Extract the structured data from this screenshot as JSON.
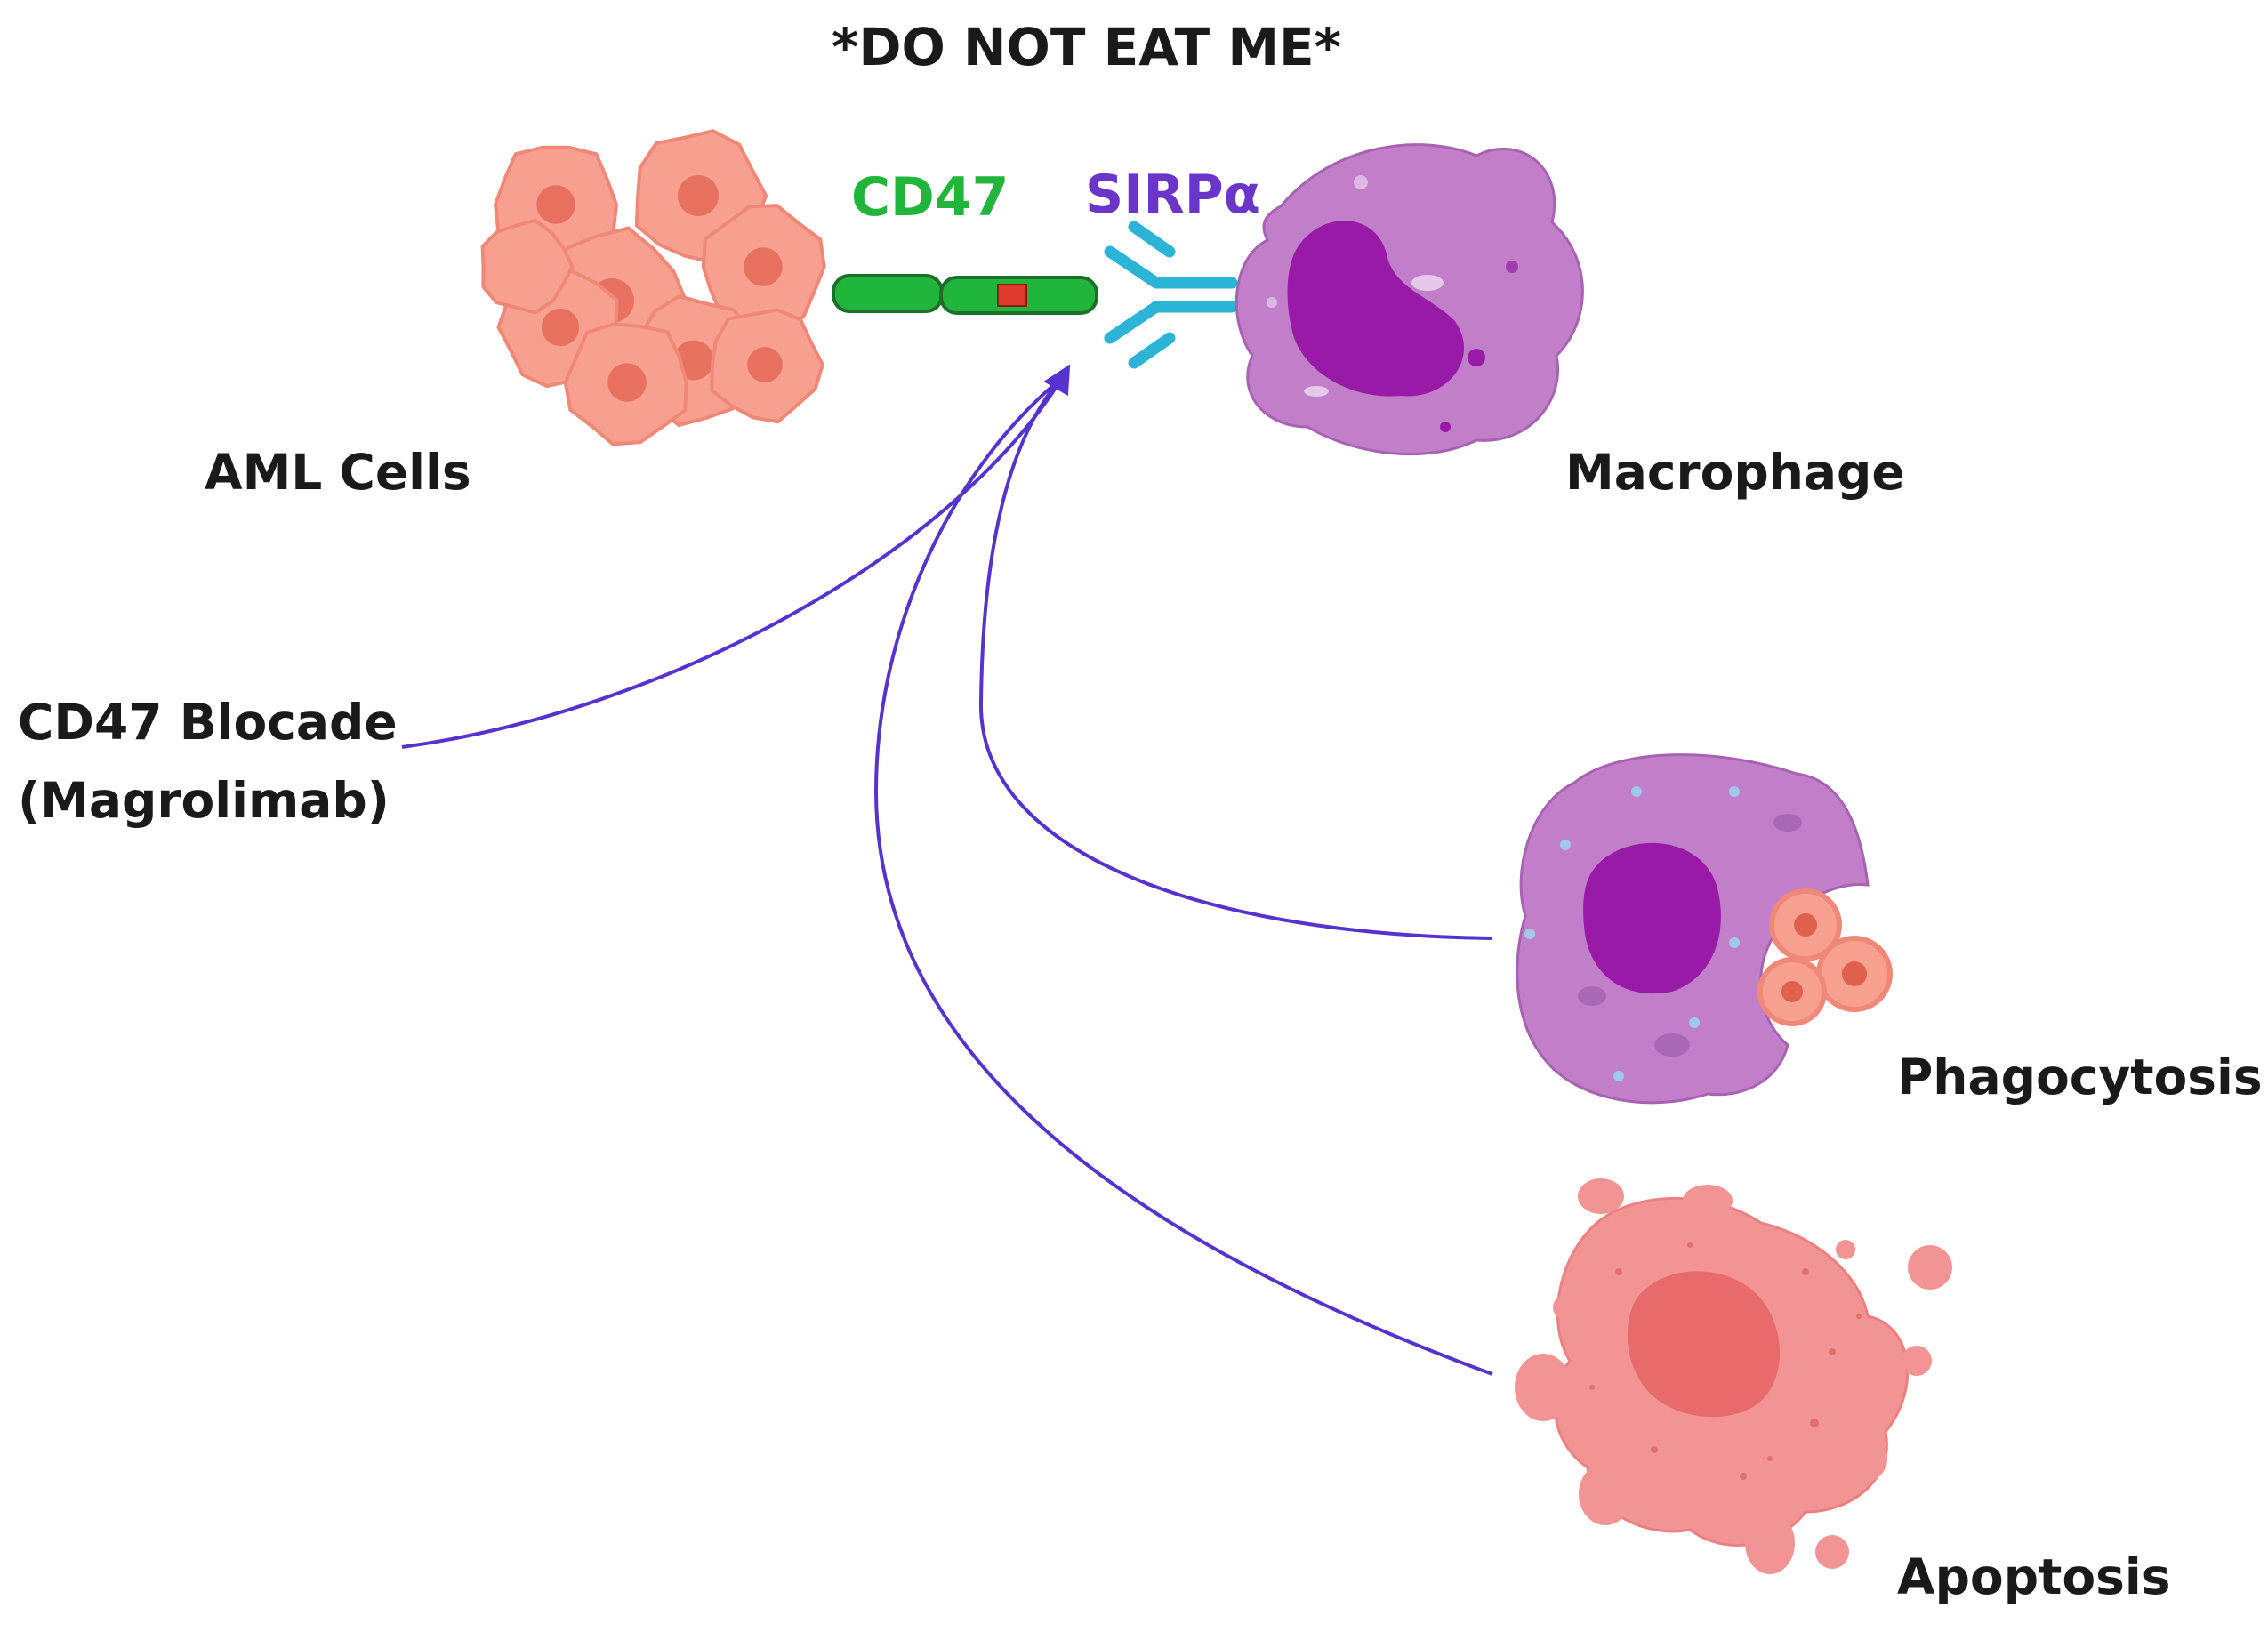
{
  "title": "*DO NOT EAT ME*",
  "labels": {
    "cd47": "CD47",
    "sirpa": "SIRPα",
    "aml_cells": "AML Cells",
    "macrophage": "Macrophage",
    "blockade_line1": "CD47 Blocade",
    "blockade_line2": "(Magrolimab)",
    "phagocytosis": "Phagocytosis",
    "apoptosis": "Apoptosis"
  },
  "colors": {
    "cd47": "#22b53c",
    "sirpa": "#6a35c9",
    "receptor": "#2bb4d6",
    "arrow": "#5533cc",
    "aml_cell": "#f7a090",
    "aml_nucleus": "#e8705e",
    "macrophage": "#c07fc8",
    "macrophage_nucleus": "#9a1aa8",
    "apoptotic": "#f29494",
    "text": "#1a1a1a"
  },
  "icons": [
    "aml-cell-cluster-icon",
    "cd47-protein-icon",
    "sirpa-receptor-icon",
    "macrophage-icon",
    "phagocytosis-icon",
    "apoptosis-icon"
  ]
}
